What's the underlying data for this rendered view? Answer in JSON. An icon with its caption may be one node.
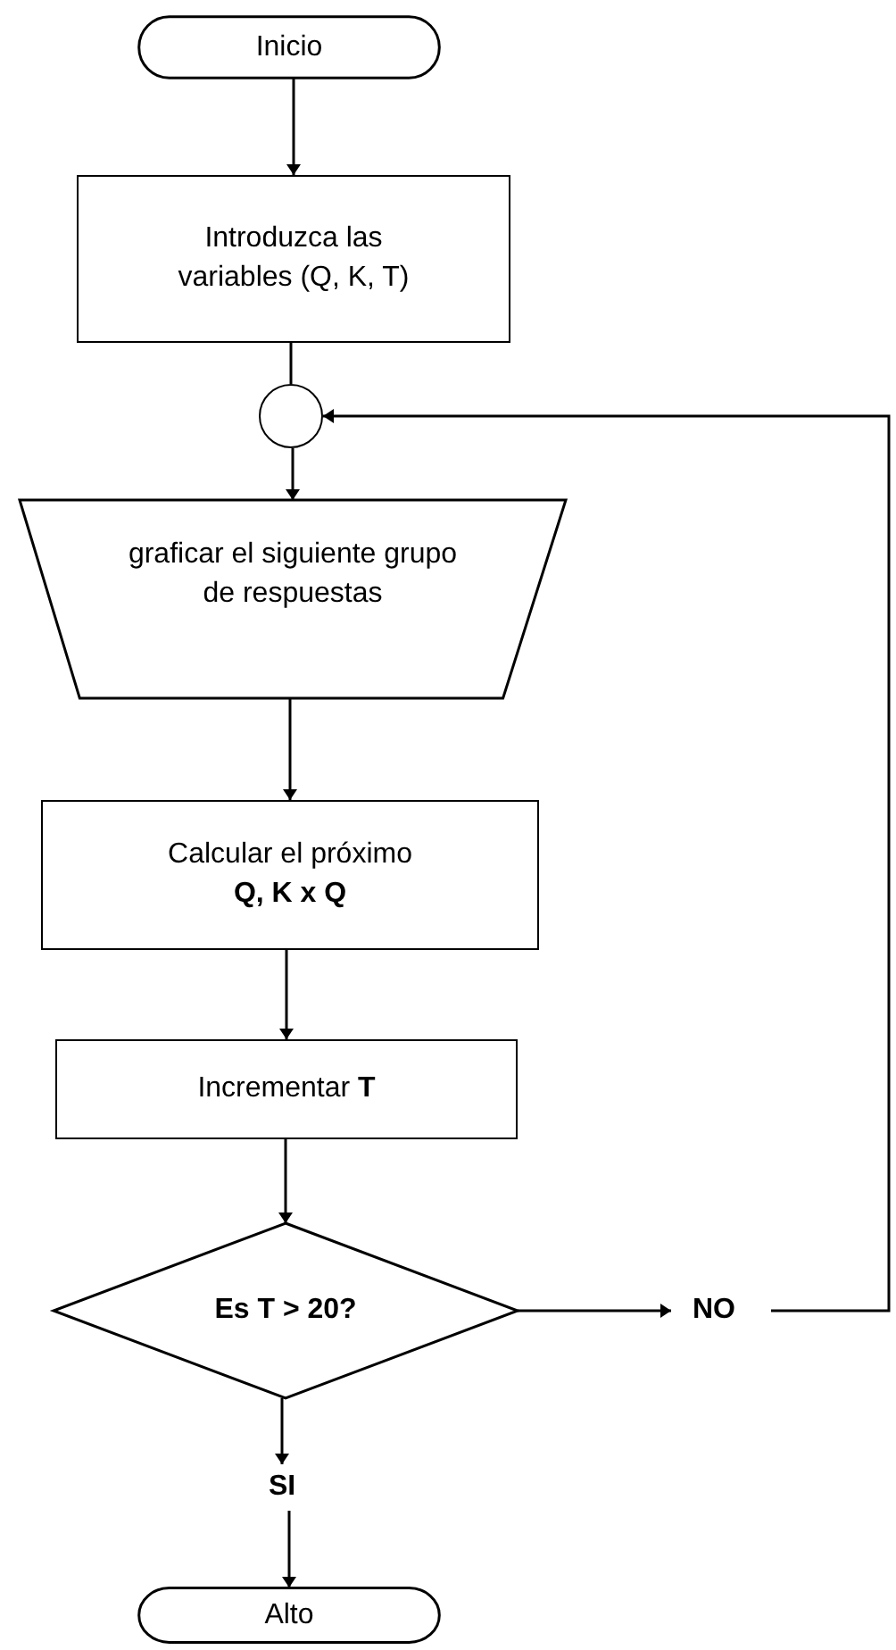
{
  "diagram": {
    "nodes": [
      {
        "text": [
          "Inicio"
        ]
      },
      {
        "text": [
          "Introduzca las variables (Q, K, T)"
        ]
      },
      {
        "text": [],
        "shape": "circle"
      },
      {
        "text": [
          "graficar el siguiente grupo de respuestas"
        ]
      },
      {
        "text": [
          "Calcular el próximo",
          "Q, K x Q"
        ]
      },
      {
        "text": [
          "Incrementar  **T**"
        ]
      },
      {
        "text": [
          "Es T > 20?"
        ]
      },
      {
        "text": [
          "NO"
        ]
      },
      {
        "text": [
          "SI"
        ]
      },
      {
        "text": [
          "Alto"
        ]
      }
    ],
    "edges": [
      {
        "from": 0,
        "to": 1,
        "arrow": "to"
      },
      {
        "from": 1,
        "to": 2,
        "arrow": "none"
      },
      {
        "from": 2,
        "to": 3,
        "arrow": "to"
      },
      {
        "from": 3,
        "to": 4,
        "arrow": "to"
      },
      {
        "from": 4,
        "to": 5,
        "arrow": "to"
      },
      {
        "from": 5,
        "to": 6,
        "arrow": "to"
      },
      {
        "from": 6,
        "to": 7,
        "arrow": "to"
      },
      {
        "from": 7,
        "to": 2,
        "arrow": "to"
      },
      {
        "from": 6,
        "to": 8,
        "arrow": "to"
      },
      {
        "from": 8,
        "to": 9,
        "arrow": "to"
      }
    ]
  }
}
